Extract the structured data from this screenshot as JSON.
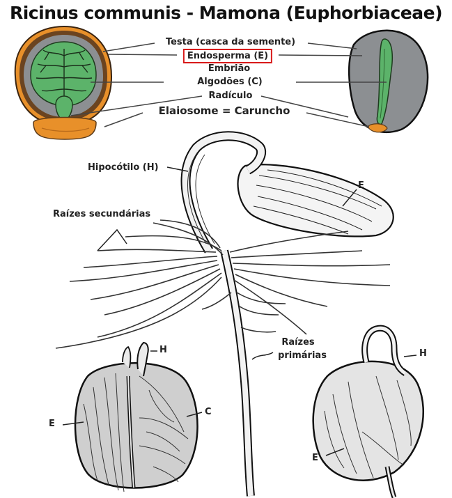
{
  "title": "Ricinus communis - Mamona (Euphorbiaceae)",
  "labels": {
    "testa": "Testa (casca da semente)",
    "endosperma": "Endosperma (E)",
    "embriao": "Embrião",
    "algodoes": "Algodões (C)",
    "radiculo": "Radículo",
    "elaiosome": "Elaiosome = Caruncho",
    "hipocotilo": "Hipocótilo (H)",
    "raizes_secundarias": "Raízes secundárias",
    "raizes_line1": "Raízes",
    "raizes_line2": "primárias",
    "seedling_e": "E",
    "left_h": "H",
    "left_e": "E",
    "left_c": "C",
    "right_h": "H",
    "right_e": "E"
  },
  "colors": {
    "endosperm_gray": "#8c8f92",
    "embryo_green": "#5cb36a",
    "testa_brown": "#5a3a1a",
    "caruncle_orange": "#e8902a",
    "highlight_red": "#d81a1a"
  }
}
